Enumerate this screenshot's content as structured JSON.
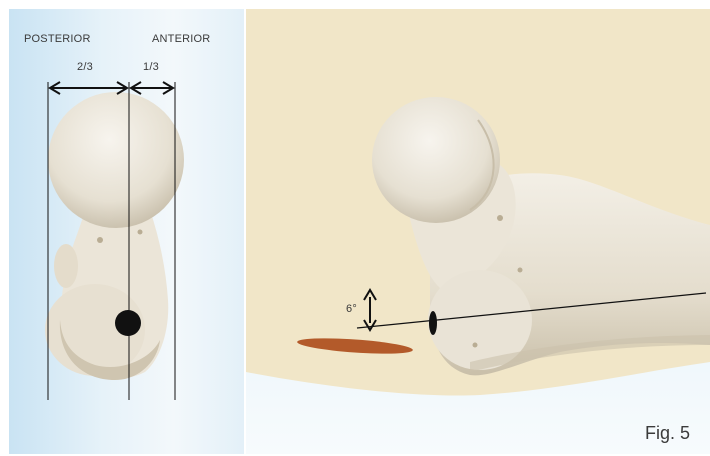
{
  "left_panel": {
    "posterior_label": "POSTERIOR",
    "anterior_label": "ANTERIOR",
    "fraction_left": "2/3",
    "fraction_right": "1/3"
  },
  "right_panel": {
    "angle_label": "6°"
  },
  "figure_label": "Fig. 5",
  "colors": {
    "bone": "#ece7dc",
    "bone_shadow": "#cfc6b4",
    "tan_background": "#f1e6c8",
    "orange_mark": "#b35a2a",
    "line": "#111111"
  }
}
